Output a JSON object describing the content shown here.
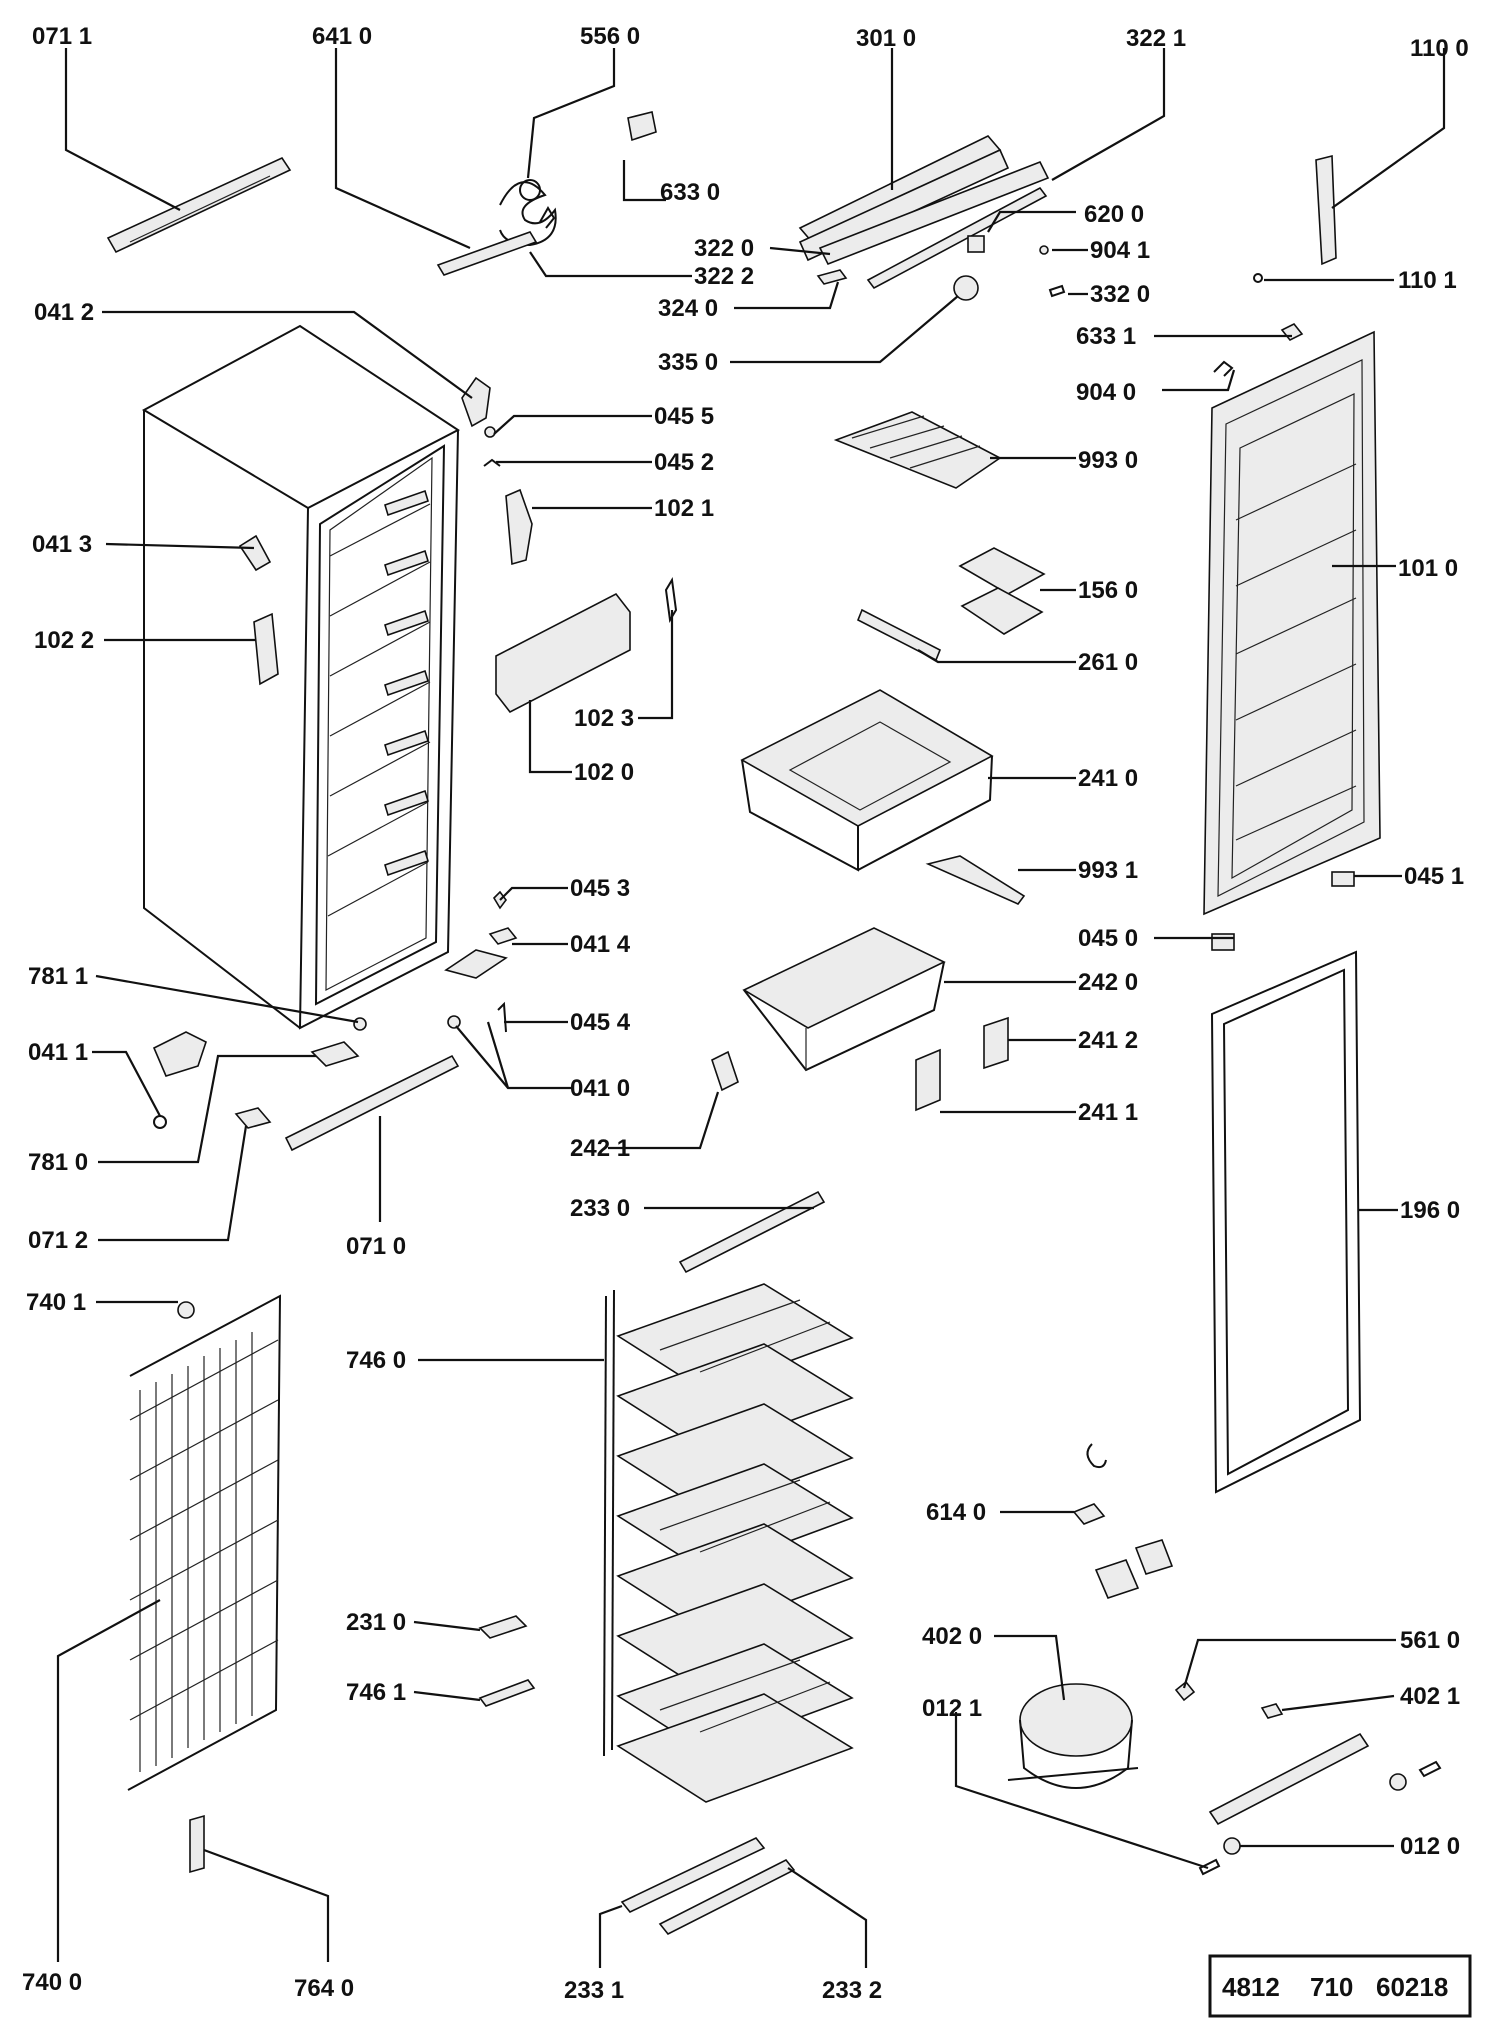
{
  "labels": [
    "071 1",
    "641 0",
    "556 0",
    "301 0",
    "322 1",
    "110 0",
    "633 0",
    "620 0",
    "322 0",
    "904 1",
    "322 2",
    "332 0",
    "110 1",
    "041 2",
    "324 0",
    "335 0",
    "633 1",
    "904 0",
    "045 5",
    "045 2",
    "993 0",
    "102 1",
    "041 3",
    "101 0",
    "156 0",
    "102 2",
    "261 0",
    "102 3",
    "102 0",
    "241 0",
    "993 1",
    "045 1",
    "045 3",
    "041 4",
    "045 0",
    "781 1",
    "242 0",
    "045 4",
    "041 1",
    "241 2",
    "041 0",
    "241 1",
    "781 0",
    "242 1",
    "071 2",
    "071 0",
    "233 0",
    "196 0",
    "740 1",
    "746 0",
    "614 0",
    "231 0",
    "402 0",
    "561 0",
    "746 1",
    "012 1",
    "402 1",
    "012 0",
    "740 0",
    "764 0",
    "233 1",
    "233 2"
  ],
  "code_box": {
    "a": "4812",
    "b": "710",
    "c": "60218"
  }
}
